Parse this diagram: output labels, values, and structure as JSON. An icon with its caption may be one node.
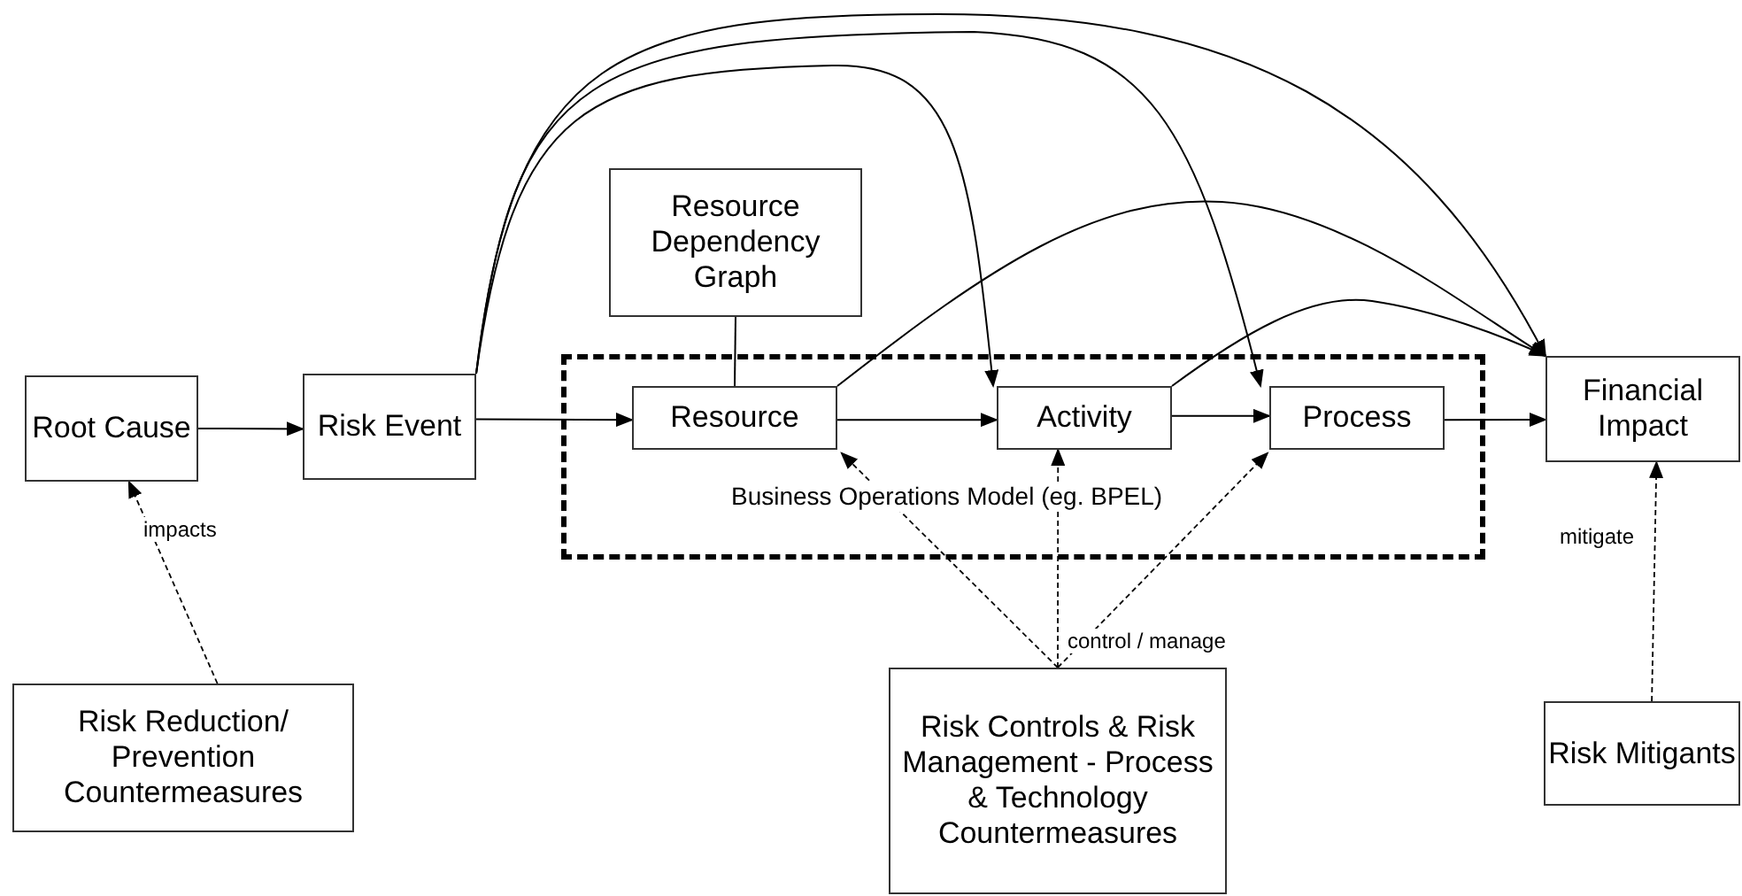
{
  "diagram": {
    "nodes": [
      {
        "text": [
          "Root Cause"
        ]
      },
      {
        "text": [
          "Risk Event"
        ]
      },
      {
        "text": [
          "Resource Dependency Graph"
        ]
      },
      {
        "text": [
          "Business Operations Model (eg. BPEL)"
        ]
      },
      {
        "text": [
          "Resource"
        ],
        "in": 3
      },
      {
        "text": [
          "Activity"
        ],
        "in": 3
      },
      {
        "text": [
          "Process"
        ],
        "in": 3
      },
      {
        "text": [
          "Financial Impact"
        ]
      },
      {
        "text": [
          "Risk Reduction/ Prevention Countermeasures"
        ]
      },
      {
        "text": [
          "Risk Controls & Risk Management - Process & Technology Countermeasures"
        ]
      },
      {
        "text": [
          "Risk Mitigants"
        ]
      }
    ],
    "edges": [
      {
        "from": 0,
        "to": 1,
        "arrow": "to"
      },
      {
        "from": 1,
        "to": 4,
        "arrow": "to"
      },
      {
        "from": 4,
        "to": 5,
        "arrow": "to"
      },
      {
        "from": 5,
        "to": 6,
        "arrow": "to"
      },
      {
        "from": 6,
        "to": 7,
        "arrow": "to"
      },
      {
        "from": 1,
        "to": 5,
        "arrow": "to"
      },
      {
        "from": 1,
        "to": 6,
        "arrow": "to"
      },
      {
        "from": 1,
        "to": 7,
        "arrow": "to"
      },
      {
        "from": 4,
        "to": 7,
        "arrow": "to"
      },
      {
        "from": 5,
        "to": 7,
        "arrow": "to"
      },
      {
        "from": 2,
        "to": 4,
        "arrow": "none"
      },
      {
        "from": 9,
        "to": 4,
        "arrow": "to",
        "style": "dashed"
      },
      {
        "from": 9,
        "to": 5,
        "arrow": "to",
        "style": "dashed",
        "label": "control / manage"
      },
      {
        "from": 9,
        "to": 6,
        "arrow": "to",
        "style": "dashed"
      },
      {
        "from": 8,
        "to": 0,
        "arrow": "to",
        "style": "dashed",
        "label": "impacts"
      },
      {
        "from": 10,
        "to": 7,
        "arrow": "to",
        "style": "dashed",
        "label": "mitigate"
      }
    ]
  }
}
